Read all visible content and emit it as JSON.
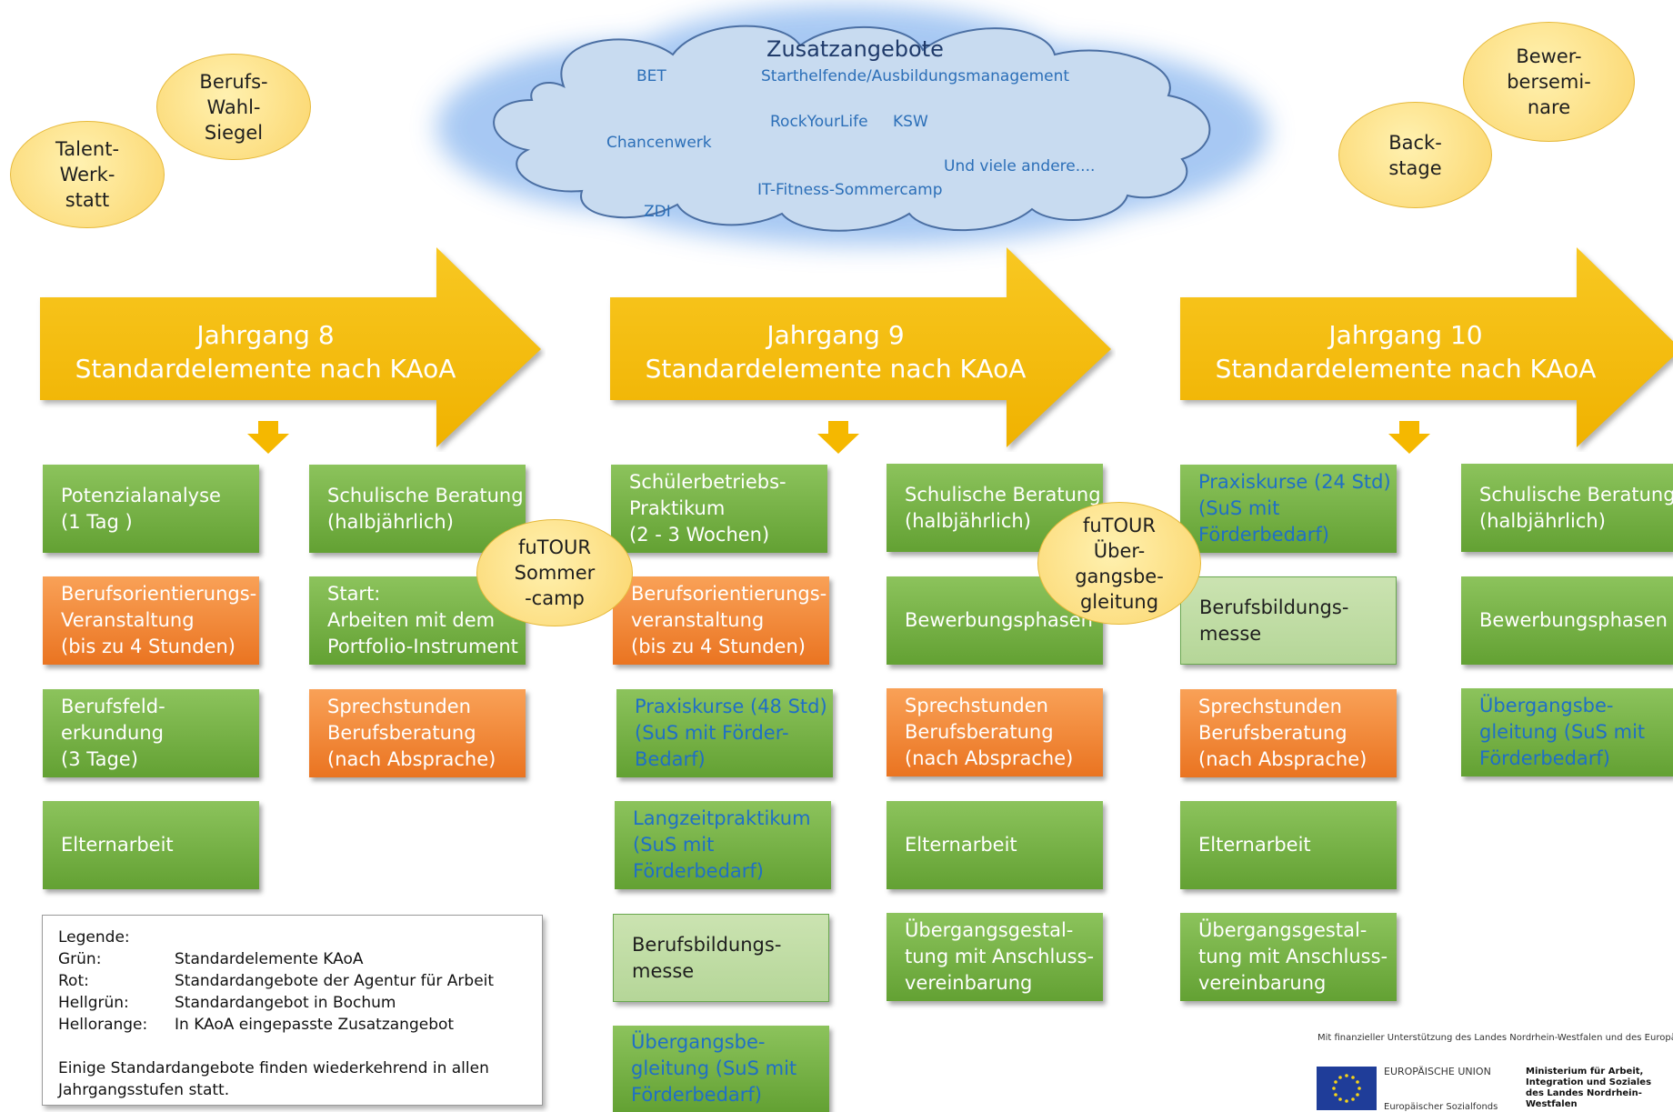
{
  "cloud": {
    "title": "Zusatzangebote",
    "items": [
      "BET",
      "Starthelfende/Ausbildungsmanagement",
      "RockYourLife",
      "KSW",
      "Chancenwerk",
      "Und viele andere....",
      "IT-Fitness-Sommercamp",
      "ZDI"
    ]
  },
  "bubbles": {
    "talentwerkstatt": [
      "Talent-",
      "Werk-",
      "statt"
    ],
    "berufswahlsiegel": [
      "Berufs-",
      "Wahl-",
      "Siegel"
    ],
    "bewerberseminare": [
      "Bewer-",
      "bersemi-",
      "nare"
    ],
    "backstage": [
      "Back-",
      "stage"
    ],
    "futour_sommercamp": [
      "fuTOUR",
      "Sommer",
      "-camp"
    ],
    "futour_uebergang": [
      "fuTOUR",
      "Über-",
      "gangsbe-",
      "gleitung"
    ]
  },
  "arrows": [
    {
      "line1": "Jahrgang 8",
      "line2": "Standardelemente nach KAoA"
    },
    {
      "line1": "Jahrgang 9",
      "line2": "Standardelemente nach KAoA"
    },
    {
      "line1": "Jahrgang 10",
      "line2": "Standardelemente nach KAoA"
    }
  ],
  "boxes": {
    "j8_potenzial": [
      "Potenzialanalyse",
      "(1 Tag )"
    ],
    "j8_beratung": [
      "Schulische Beratung",
      "(halbjährlich)"
    ],
    "j8_bo_veranstaltung": [
      "Berufsorientierungs-",
      "Veranstaltung",
      "(bis zu 4 Stunden)"
    ],
    "j8_portfolio": [
      "Start:",
      "Arbeiten mit dem",
      "Portfolio-Instrument"
    ],
    "j8_felderkundung": [
      "Berufsfeld-",
      "erkundung",
      "(3 Tage)"
    ],
    "j8_sprechstunden": [
      "Sprechstunden",
      "Berufsberatung",
      "(nach Absprache)"
    ],
    "j8_eltern": [
      "Elternarbeit"
    ],
    "j9_praktikum": [
      "Schülerbetriebs-",
      "Praktikum",
      "(2 - 3 Wochen)"
    ],
    "j9_bo_veranstaltung": [
      "Berufsorientierungs-",
      "veranstaltung",
      "(bis zu 4 Stunden)"
    ],
    "j9_praxiskurse": [
      "Praxiskurse  (48 Std)",
      "(SuS mit Förder-",
      "Bedarf)"
    ],
    "j9_langzeit": [
      "Langzeitpraktikum",
      "(SuS mit",
      "Förderbedarf)"
    ],
    "j9_messe": [
      "Berufsbildungs-",
      "messe"
    ],
    "j9_uebergang": [
      "Übergangsbe-",
      "gleitung (SuS mit",
      "Förderbedarf)"
    ],
    "j9_beratung": [
      "Schulische Beratung",
      "(halbjährlich)"
    ],
    "j9_bewerbung": [
      "Bewerbungsphasen"
    ],
    "j9_sprechstunden": [
      "Sprechstunden",
      "Berufsberatung",
      "(nach Absprache)"
    ],
    "j9_eltern": [
      "Elternarbeit"
    ],
    "j9_gestaltung": [
      "Übergangsgestal-",
      "tung mit Anschluss-",
      "vereinbarung"
    ],
    "j10_praxiskurse": [
      "Praxiskurse (24 Std)",
      "(SuS mit",
      "Förderbedarf)"
    ],
    "j10_messe": [
      "Berufsbildungs-",
      "messe"
    ],
    "j10_sprechstunden": [
      "Sprechstunden",
      "Berufsberatung",
      "(nach Absprache)"
    ],
    "j10_eltern": [
      "Elternarbeit"
    ],
    "j10_gestaltung": [
      "Übergangsgestal-",
      "tung mit Anschluss-",
      "vereinbarung"
    ],
    "j10_beratung": [
      "Schulische Beratung",
      "(halbjährlich)"
    ],
    "j10_bewerbung": [
      "Bewerbungsphasen"
    ],
    "j10_uebergang": [
      "Übergangsbe-",
      "gleitung (SuS mit",
      "Förderbedarf)"
    ]
  },
  "legend": {
    "title": "Legende:",
    "rows": [
      {
        "key": "Grün:",
        "value": "Standardelemente KAoA"
      },
      {
        "key": "Rot:",
        "value": "Standardangebote der Agentur für Arbeit"
      },
      {
        "key": "Hellgrün:",
        "value": "Standardangebot in Bochum"
      },
      {
        "key": "Hellorange:",
        "value": "In KAoA eingepasste Zusatzangebot"
      }
    ],
    "note": [
      "Einige Standardangebote finden wiederkehrend in allen",
      "Jahrgangsstufen statt."
    ]
  },
  "funding": {
    "line": "Mit finanzieller Unterstützung des Landes Nordrhein-Westfalen und des Europäischen",
    "eu": "EUROPÄISCHE UNION",
    "esf": "Europäischer Sozialfonds",
    "ministry": [
      "Ministerium für Arbeit,",
      "Integration und Soziales",
      "des Landes Nordrhein-Westfalen"
    ]
  },
  "colors": {
    "standard_green": "#6aa83f",
    "agentur_orange": "#f08a36",
    "bochum_lightgreen": "#c2dea6",
    "zusatz_text_blue": "#1f6fc6",
    "arrow_yellow": "#f7c21b"
  }
}
